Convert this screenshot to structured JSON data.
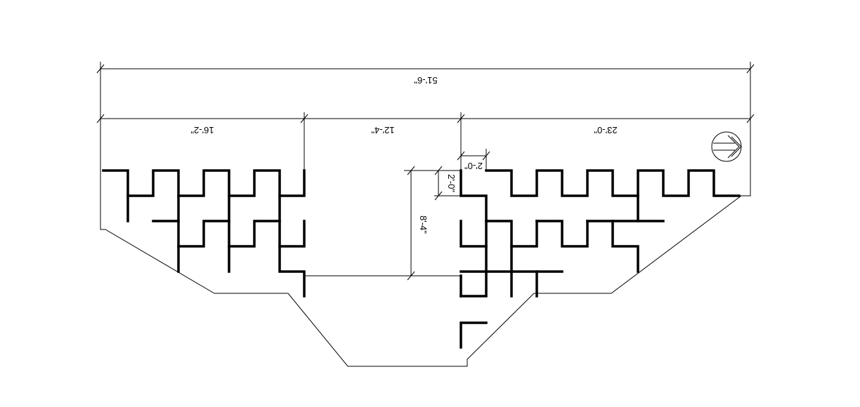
{
  "dimensions": {
    "overall": "51'-6\"",
    "left_span": "16'-2\"",
    "center_span": "12'-4\"",
    "right_span": "23'-0\"",
    "step_width": "2'-0\"",
    "step_height": "2'-0\"",
    "opening_depth": "8'-4\""
  },
  "symbols": {
    "north_arrow": "arrow-right-in-circle-icon"
  },
  "colors": {
    "line": "#000000",
    "background": "#ffffff"
  }
}
